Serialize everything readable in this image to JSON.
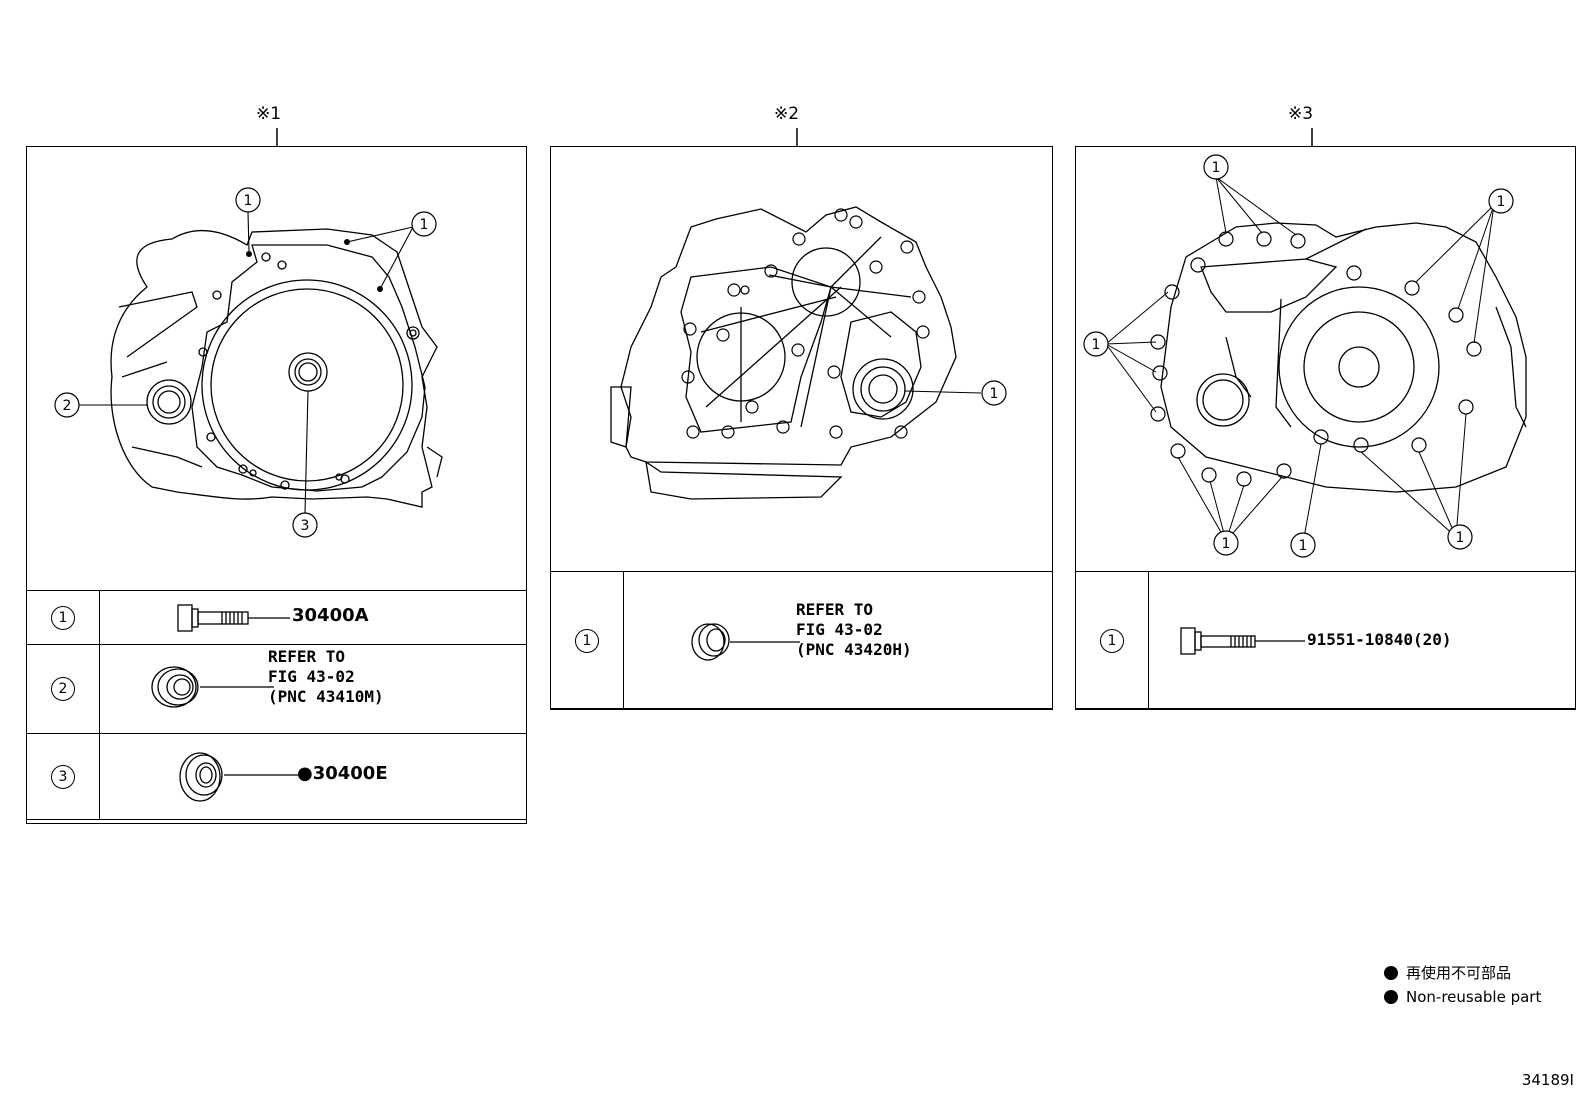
{
  "panels": [
    {
      "title": "※1",
      "callouts": [
        "1",
        "1",
        "2",
        "3"
      ],
      "rows": [
        {
          "num": "1",
          "text": "30400A"
        },
        {
          "num": "2",
          "text": "REFER TO\nFIG 43-02\n(PNC 43410M)"
        },
        {
          "num": "3",
          "text": "●30400E"
        }
      ]
    },
    {
      "title": "※2",
      "callouts": [
        "1"
      ],
      "rows": [
        {
          "num": "1",
          "text": "REFER TO\nFIG 43-02\n(PNC 43420H)"
        }
      ]
    },
    {
      "title": "※3",
      "callouts": [
        "1",
        "1",
        "1",
        "1",
        "1",
        "1"
      ],
      "rows": [
        {
          "num": "1",
          "text": "91551-10840(20)"
        }
      ]
    }
  ],
  "legend": {
    "line_ja": "再使用不可部品",
    "line_en": "Non-reusable part"
  },
  "figure_id": "34189I",
  "icons": [
    "flange-bolt-icon",
    "oil-seal-icon",
    "non-reusable-dot-icon"
  ]
}
